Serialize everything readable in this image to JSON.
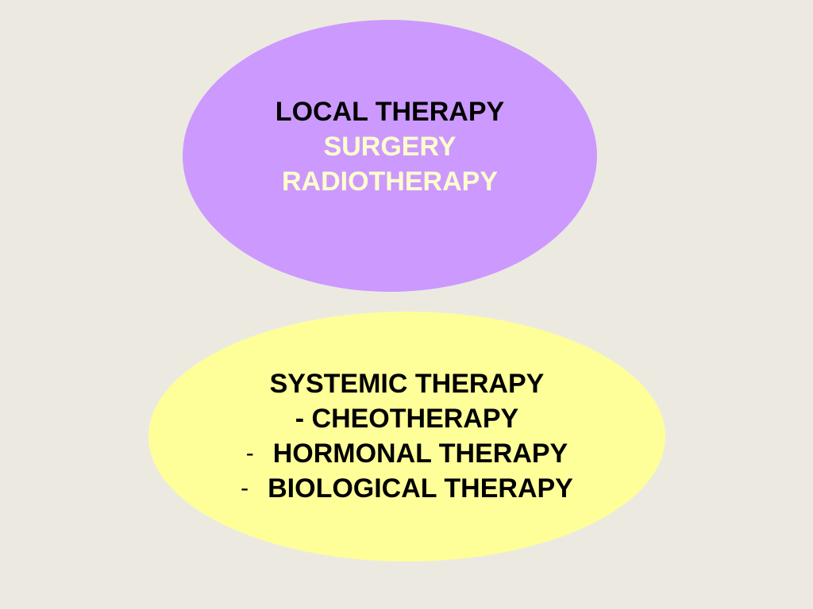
{
  "colors": {
    "background": "#eceae0",
    "local_fill": "#cc99ff",
    "systemic_fill": "#ffff99",
    "light_text": "#ffffcc",
    "dark_text": "#000000"
  },
  "local": {
    "title": "LOCAL THERAPY",
    "items": [
      "SURGERY",
      "RADIOTHERAPY"
    ]
  },
  "systemic": {
    "title": "SYSTEMIC THERAPY",
    "first_item": "- CHEOTHERAPY",
    "bullet_items": [
      {
        "dash": "-",
        "label": "HORMONAL THERAPY"
      },
      {
        "dash": "-",
        "label": "BIOLOGICAL THERAPY"
      }
    ]
  }
}
